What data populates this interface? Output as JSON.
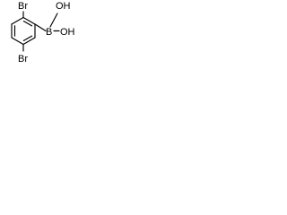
{
  "molecule": {
    "atoms": {
      "br_top": "Br",
      "br_bottom": "Br",
      "boron": "B",
      "oh_top": "OH",
      "oh_bottom": "OH"
    }
  },
  "colors": {
    "bond": "#000000",
    "label": "#000000",
    "background": "#ffffff"
  }
}
